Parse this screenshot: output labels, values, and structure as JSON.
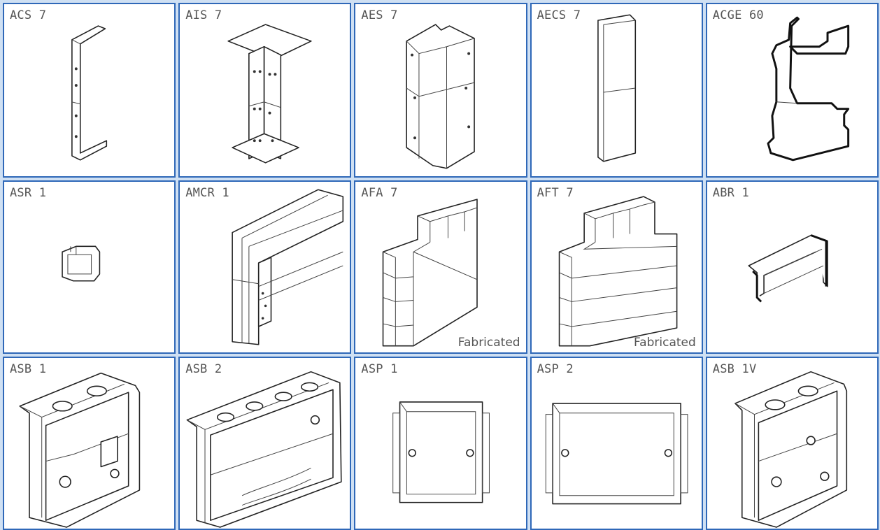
{
  "products": [
    {
      "code": "ACS 7",
      "note": "",
      "icon": "coupler-strip-icon"
    },
    {
      "code": "AIS 7",
      "note": "",
      "icon": "internal-angle-icon"
    },
    {
      "code": "AES 7",
      "note": "",
      "icon": "external-angle-icon"
    },
    {
      "code": "AECS 7",
      "note": "",
      "icon": "end-cap-icon"
    },
    {
      "code": "ACGE 60",
      "note": "",
      "icon": "profile-section-icon"
    },
    {
      "code": "ASR 1",
      "note": "",
      "icon": "sleeve-ring-icon"
    },
    {
      "code": "AMCR 1",
      "note": "",
      "icon": "trunking-length-icon"
    },
    {
      "code": "AFA 7",
      "note": "Fabricated",
      "icon": "flat-angle-icon"
    },
    {
      "code": "AFT 7",
      "note": "Fabricated",
      "icon": "flat-tee-icon"
    },
    {
      "code": "ABR 1",
      "note": "",
      "icon": "bridge-clip-icon"
    },
    {
      "code": "ASB 1",
      "note": "",
      "icon": "single-socket-box-icon"
    },
    {
      "code": "ASB 2",
      "note": "",
      "icon": "double-socket-box-icon"
    },
    {
      "code": "ASP 1",
      "note": "",
      "icon": "single-plate-icon"
    },
    {
      "code": "ASP 2",
      "note": "",
      "icon": "double-plate-icon"
    },
    {
      "code": "ASB 1V",
      "note": "",
      "icon": "single-socket-box-vertical-icon"
    }
  ]
}
